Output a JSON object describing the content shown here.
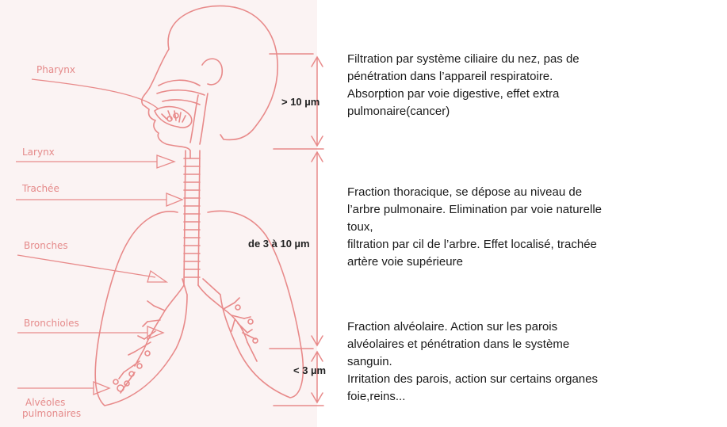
{
  "colors": {
    "anatomy": "#e88a8a",
    "label": "#e58a8a",
    "text": "#1a1a1a",
    "size_label": "#222222"
  },
  "organs": {
    "pharynx": "Pharynx",
    "larynx": "Larynx",
    "trachea": "Trachée",
    "bronchi": "Bronches",
    "bronchioles": "Bronchioles",
    "alveoli_line1": "Alvéoles",
    "alveoli_line2": "pulmonaires"
  },
  "sizes": {
    "gt10": "> 10 µm",
    "range3to10": "de 3 à 10 µm",
    "lt3": "< 3 µm"
  },
  "descriptions": {
    "nasal": [
      "Filtration par système ciliaire du nez, pas de",
      "pénétration dans l’appareil respiratoire.",
      "Absorption par voie digestive, effet extra",
      "pulmonaire(cancer)"
    ],
    "thoracic": [
      "Fraction thoracique, se dépose au niveau de",
      "l’arbre pulmonaire. Elimination par voie naturelle",
      "toux,",
      "filtration par cil de l’arbre. Effet localisé, trachée",
      "artère voie supérieure"
    ],
    "alveolar": [
      "Fraction alvéolaire. Action sur les parois",
      "alvéolaires et pénétration dans le système",
      "sanguin.",
      "Irritation des parois, action sur certains organes",
      "foie,reins..."
    ]
  }
}
